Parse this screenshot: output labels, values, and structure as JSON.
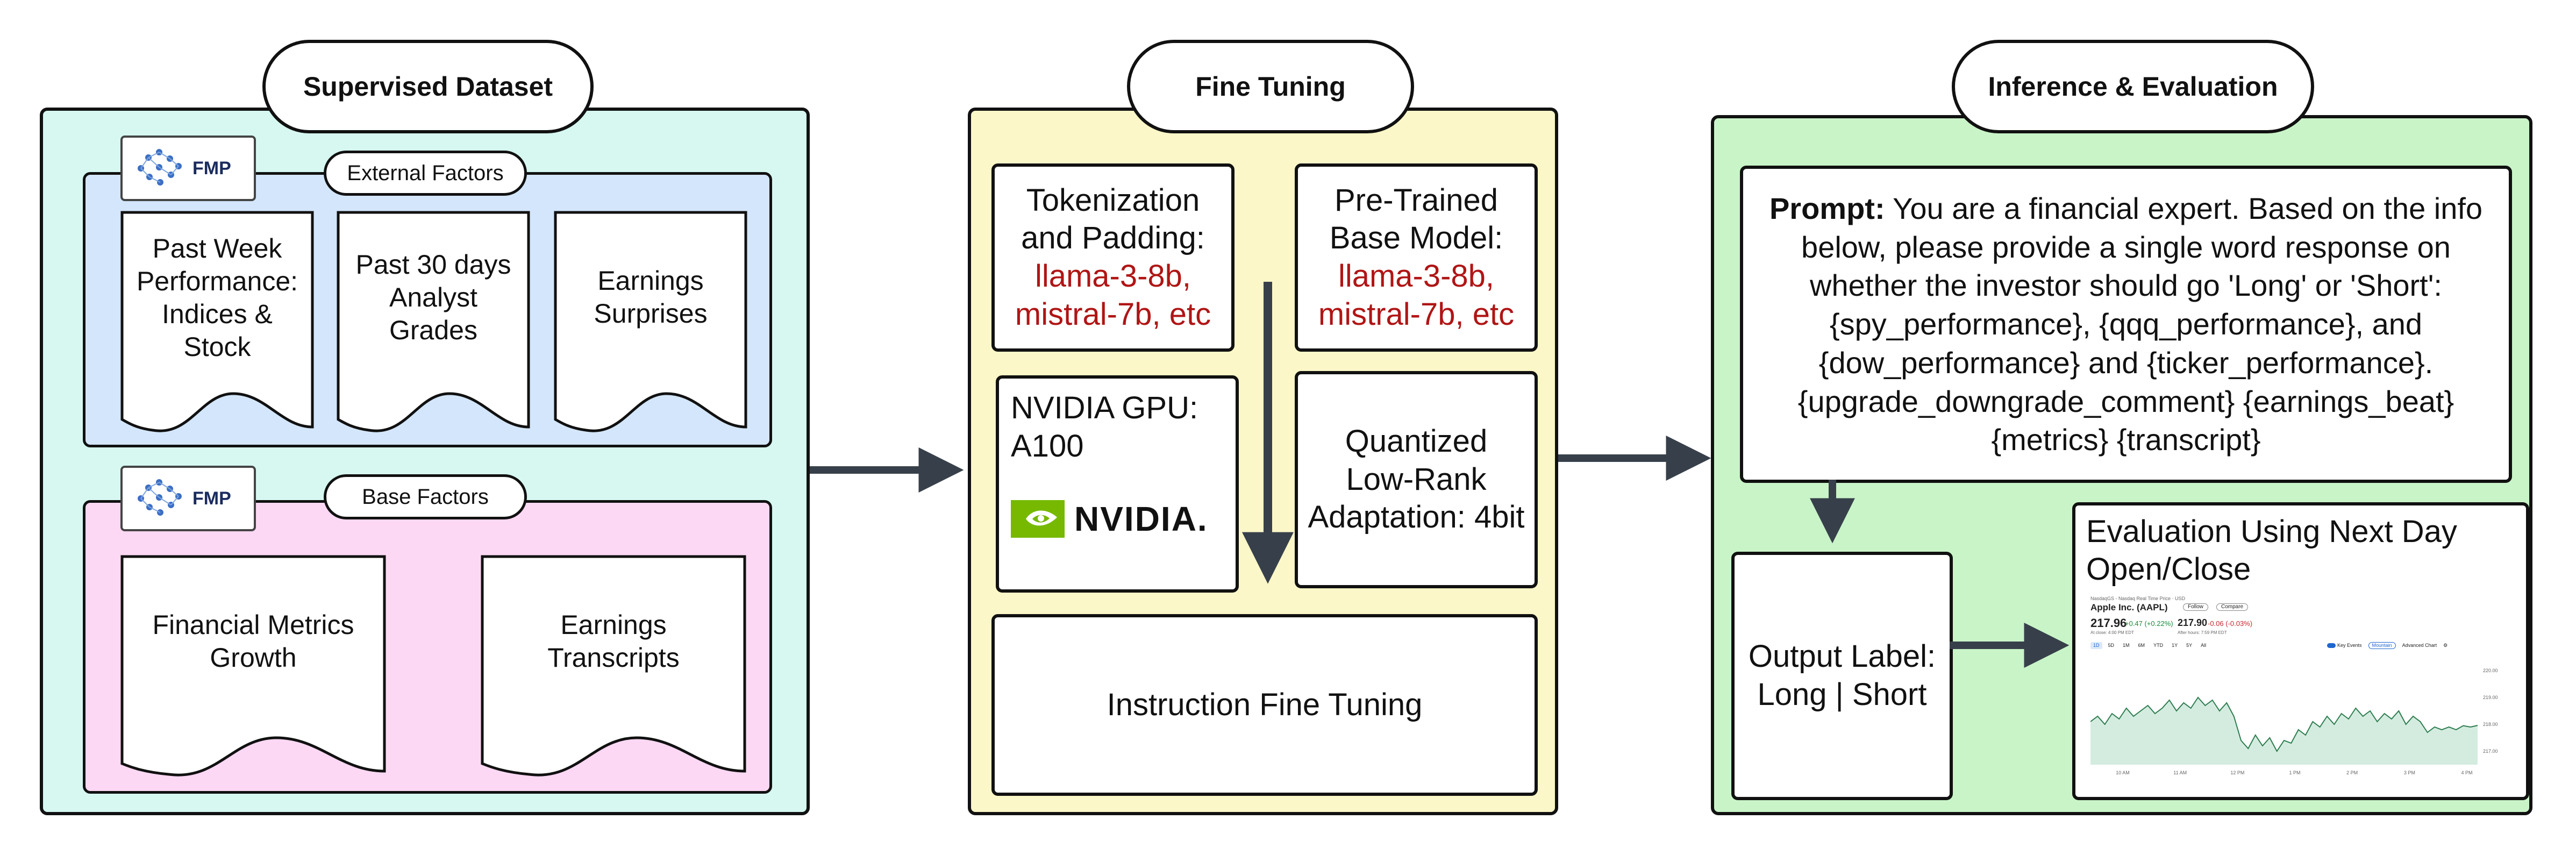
{
  "sections": {
    "supervised": "Supervised Dataset",
    "fine_tuning": "Fine Tuning",
    "inference": "Inference & Evaluation"
  },
  "supervised": {
    "logo_text": "FMP",
    "external_label": "External Factors",
    "external_docs": [
      [
        "Past Week",
        "Performance:",
        "Indices &",
        "Stock"
      ],
      [
        "Past 30 days",
        "Analyst",
        "Grades"
      ],
      [
        "Earnings",
        "Surprises"
      ]
    ],
    "base_label": "Base Factors",
    "base_docs": [
      [
        "Financial Metrics",
        "Growth"
      ],
      [
        "Earnings",
        "Transcripts"
      ]
    ]
  },
  "fine_tuning": {
    "tokenization": [
      "Tokenization",
      "and Padding:"
    ],
    "tokenization_models": [
      "llama-3-8b,",
      "mistral-7b, etc"
    ],
    "pretrained": [
      "Pre-Trained",
      "Base Model:"
    ],
    "pretrained_models": [
      "llama-3-8b,",
      "mistral-7b, etc"
    ],
    "gpu": [
      "NVIDIA GPU:",
      "A100"
    ],
    "gpu_logo": "NVIDIA.",
    "qlora": [
      "Quantized",
      "Low-Rank",
      "Adaptation: 4bit"
    ],
    "instruction": "Instruction Fine Tuning"
  },
  "inference": {
    "prompt_label": "Prompt:",
    "prompt_text": "You are a financial expert. Based on the info below, please provide a single word response on whether the investor should go 'Long' or 'Short': {spy_performance}, {qqq_performance}, and {dow_performance} and {ticker_performance}. {upgrade_downgrade_comment} {earnings_beat} {metrics} {transcript}",
    "output_label": [
      "Output Label:",
      "Long | Short"
    ],
    "evaluation": "Evaluation Using Next Day Open/Close",
    "stock": {
      "exchange_line": "NasdaqGS - Nasdaq Real Time Price · USD",
      "name": "Apple Inc. (AAPL)",
      "follow": "Follow",
      "compare": "Compare",
      "price": "217.96",
      "change": "+0.47 (+0.22%)",
      "after_price": "217.90",
      "after_change": "-0.06 (-0.03%)",
      "close_note": "At close: 4:00 PM EDT",
      "after_note": "After hours: 7:59 PM EDT",
      "ranges": [
        "1D",
        "5D",
        "1M",
        "6M",
        "YTD",
        "1Y",
        "5Y",
        "All"
      ],
      "key_events": "Key Events",
      "mountain": "Mountain",
      "advanced": "Advanced Chart",
      "time_ticks": [
        "10 AM",
        "11 AM",
        "12 PM",
        "1 PM",
        "2 PM",
        "3 PM",
        "4 PM"
      ],
      "y_ticks": [
        "220.00",
        "219.00",
        "218.00",
        "217.00"
      ],
      "series": [
        218.1,
        218.3,
        218.0,
        218.4,
        218.2,
        218.6,
        218.3,
        218.5,
        218.7,
        218.4,
        218.6,
        218.9,
        218.5,
        218.8,
        218.6,
        219.0,
        218.7,
        218.9,
        218.5,
        218.8,
        218.3,
        217.4,
        217.1,
        217.6,
        217.2,
        217.5,
        217.0,
        217.4,
        217.3,
        217.8,
        217.6,
        218.1,
        217.9,
        218.3,
        218.0,
        218.4,
        218.2,
        218.6,
        218.3,
        218.5,
        218.1,
        218.4,
        218.2,
        218.5,
        218.0,
        218.3,
        218.1,
        217.7,
        217.9,
        217.8,
        217.9,
        217.8,
        217.95,
        217.9,
        217.96
      ],
      "series_colors": {
        "line": "#2e7d4f",
        "fill": "#d4ece0",
        "chart_bg": "#ffffff"
      }
    }
  },
  "colors": {
    "supervised_bg": "#d6f8f1",
    "external_bg": "#d3e6fb",
    "base_bg": "#fdd8f4",
    "fine_bg": "#fcf7c8",
    "inference_bg": "#c9f4c8",
    "model_red": "#b01515",
    "arrow": "#37404a",
    "nvidia_green": "#76b900"
  }
}
